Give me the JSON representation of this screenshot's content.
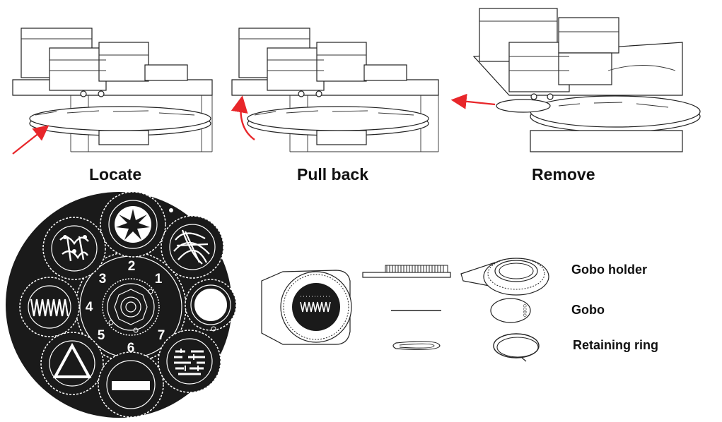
{
  "steps": [
    {
      "label": "Locate"
    },
    {
      "label": "Pull back"
    },
    {
      "label": "Remove"
    }
  ],
  "wheel": {
    "slot_numbers": [
      "1",
      "2",
      "3",
      "4",
      "5",
      "6",
      "7"
    ]
  },
  "parts": [
    {
      "label": "Gobo holder"
    },
    {
      "label": "Gobo"
    },
    {
      "label": "Retaining ring"
    }
  ],
  "gobo_engraving": "GOBO",
  "colors": {
    "arrow": "#e8262a",
    "wheel": "#1a1a1a",
    "line": "#222222"
  }
}
